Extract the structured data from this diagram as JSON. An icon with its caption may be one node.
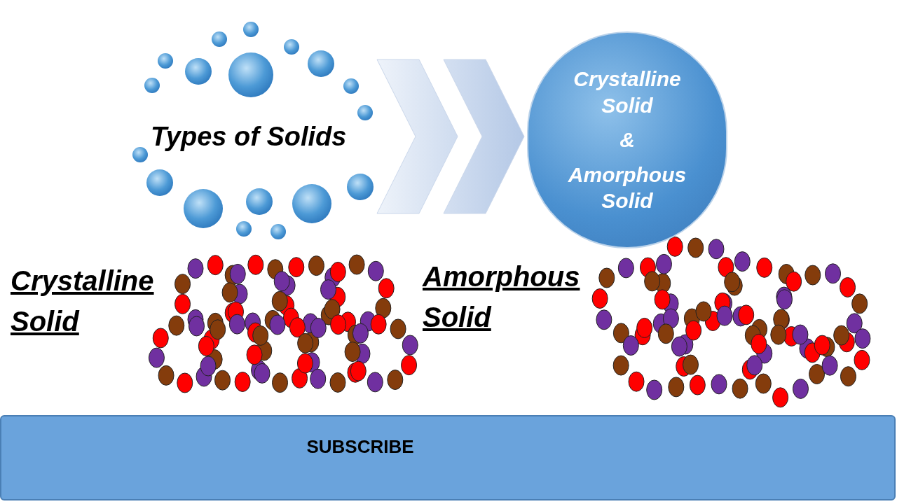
{
  "diagram": {
    "nodes": [
      {
        "text": [
          "Types of Solids"
        ]
      },
      {
        "text": [
          "Crystalline Solid",
          "&",
          "Amorphous Solid"
        ]
      },
      {
        "text": [
          "SUBSCRIBE"
        ]
      }
    ],
    "edges": [
      {
        "from": 0,
        "to": 1,
        "arrow": "to"
      }
    ],
    "labels": [
      "Crystalline Solid",
      "Amorphous Solid"
    ]
  }
}
